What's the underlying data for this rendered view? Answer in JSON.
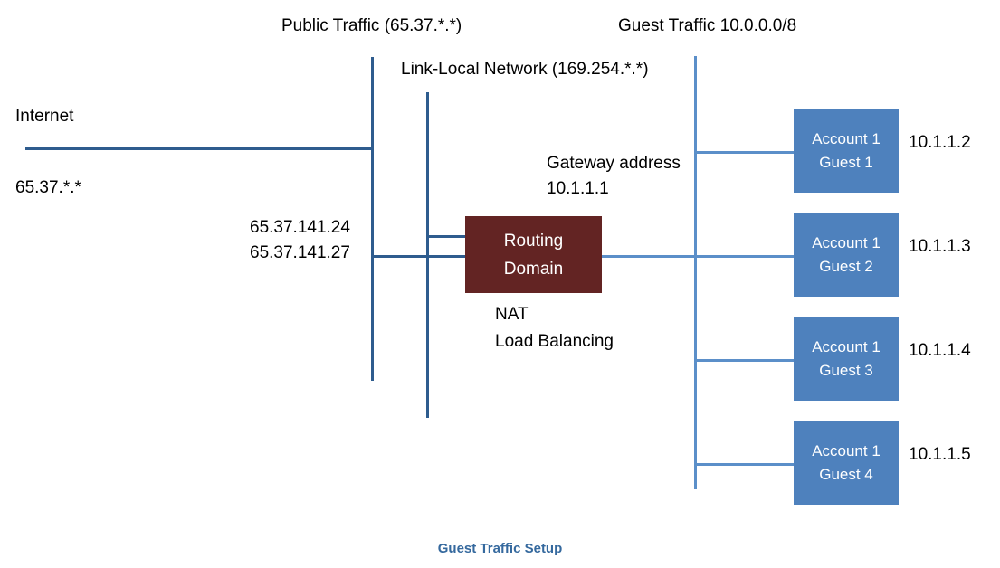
{
  "diagram": {
    "caption": "Guest Traffic Setup",
    "labels": {
      "public_traffic": "Public Traffic (65.37.*.*)",
      "link_local": "Link-Local Network (169.254.*.*)",
      "guest_traffic": "Guest Traffic 10.0.0.0/8",
      "internet": "Internet",
      "internet_range": "65.37.*.*",
      "public_ip_1": "65.37.141.24",
      "public_ip_2": "65.37.141.27",
      "gateway_line1": "Gateway address",
      "gateway_line2": "10.1.1.1",
      "nat": "NAT",
      "load_balancing": "Load Balancing"
    },
    "routing_domain": {
      "line1": "Routing",
      "line2": "Domain",
      "color": "#632423"
    },
    "guests": [
      {
        "account": "Account 1",
        "name": "Guest 1",
        "ip": "10.1.1.2"
      },
      {
        "account": "Account 1",
        "name": "Guest 2",
        "ip": "10.1.1.3"
      },
      {
        "account": "Account 1",
        "name": "Guest 3",
        "ip": "10.1.1.4"
      },
      {
        "account": "Account 1",
        "name": "Guest 4",
        "ip": "10.1.1.5"
      }
    ],
    "colors": {
      "line_dark": "#2e5c8e",
      "line_light": "#5b8fc9",
      "guest_box": "#4e81bd",
      "routing_box": "#632423",
      "caption": "#35699e"
    }
  }
}
